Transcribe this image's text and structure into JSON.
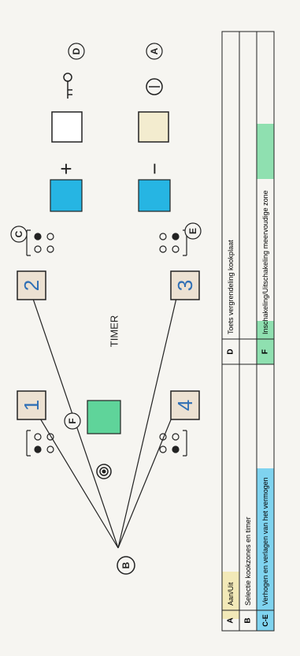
{
  "diagram": {
    "circle_labels": {
      "A": "A",
      "B": "B",
      "C": "C",
      "D": "D",
      "E": "E",
      "F": "F"
    },
    "timer_label": "TIMER",
    "zone_keys": {
      "key_1": "1",
      "key_2": "2",
      "key_3": "3",
      "key_4": "4"
    },
    "symbols": {
      "plus": "+",
      "minus": "−"
    },
    "colors": {
      "cyan": "#26b5e3",
      "green": "#5fd49a",
      "cream": "#f3eccf",
      "beige": "#ece1d2",
      "line": "#222222"
    }
  },
  "legend": {
    "rows": [
      {
        "code": "A",
        "text": "Aan/Uit"
      },
      {
        "code": "B",
        "text": "Selectie kookzones en timer"
      },
      {
        "code": "C-E",
        "text": "Verhogen en verlagen van het vermogen"
      },
      {
        "code": "D",
        "text": "Toets vergrendeling kookplaat"
      },
      {
        "code": "F",
        "text": "Inschakeling/Uitschakeling meervoudige zone"
      }
    ]
  }
}
